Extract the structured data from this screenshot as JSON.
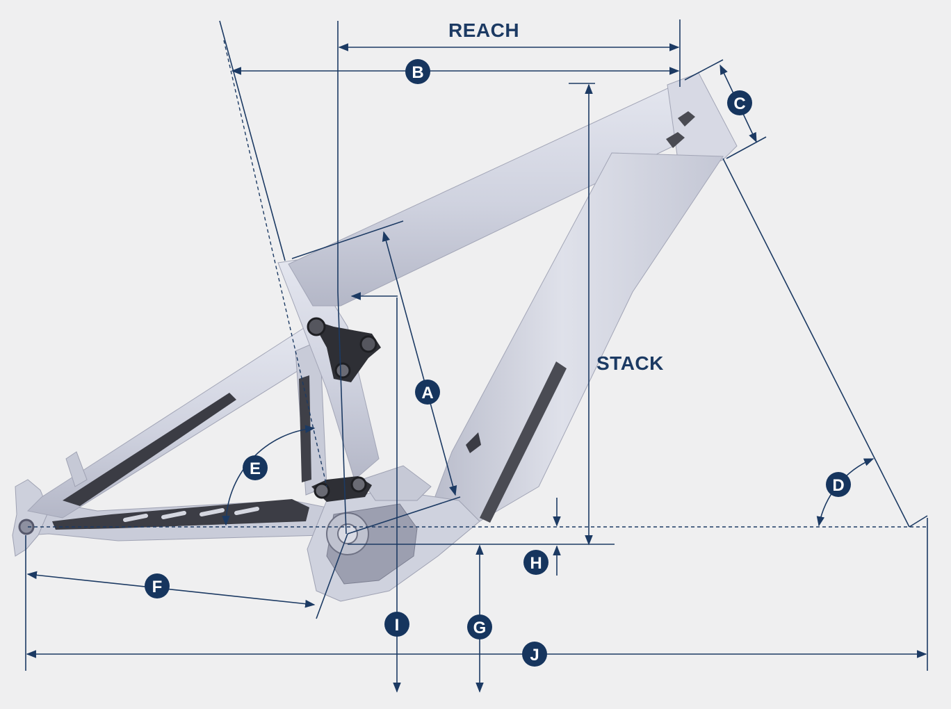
{
  "diagram": {
    "labels": {
      "reach": "REACH",
      "stack": "STACK",
      "a": "A",
      "b": "B",
      "c": "C",
      "d": "D",
      "e": "E",
      "f": "F",
      "g": "G",
      "h": "H",
      "i": "I",
      "j": "J"
    },
    "colors": {
      "background": "#efeff0",
      "dimension_line": "#1c3a63",
      "badge_fill": "#16355e",
      "badge_text": "#ffffff",
      "frame_main": "#d3d5e2",
      "frame_shadow": "#a9acbd",
      "rubber_dark": "#3a3b42",
      "link_dark": "#2b2c31"
    }
  }
}
